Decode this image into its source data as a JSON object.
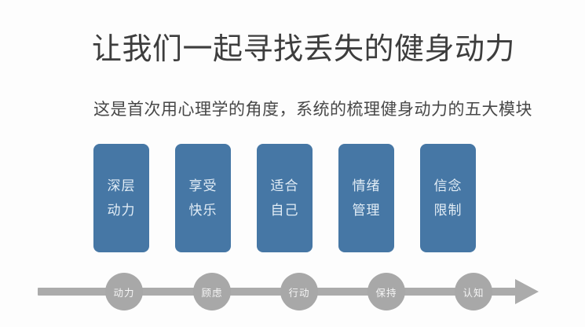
{
  "slide": {
    "title": "让我们一起寻找丢失的健身动力",
    "subtitle": "这是首次用心理学的角度，系统的梳理健身动力的五大模块",
    "modules": [
      {
        "line1": "深层",
        "line2": "动力"
      },
      {
        "line1": "享受",
        "line2": "快乐"
      },
      {
        "line1": "适合",
        "line2": "自己"
      },
      {
        "line1": "情绪",
        "line2": "管理"
      },
      {
        "line1": "信念",
        "line2": "限制"
      }
    ],
    "timeline": {
      "nodes": [
        "动力",
        "顾虑",
        "行动",
        "保持",
        "认知"
      ],
      "icon": "arrow-right"
    },
    "colors": {
      "module_blue": "#4677a5",
      "module_text": "#ecf4fb",
      "timeline_gray": "#ababab",
      "node_gray": "#a8a8a8",
      "title_text": "#3d3d3d",
      "subtitle_text": "#474747",
      "background": "#fdfdfd"
    }
  }
}
